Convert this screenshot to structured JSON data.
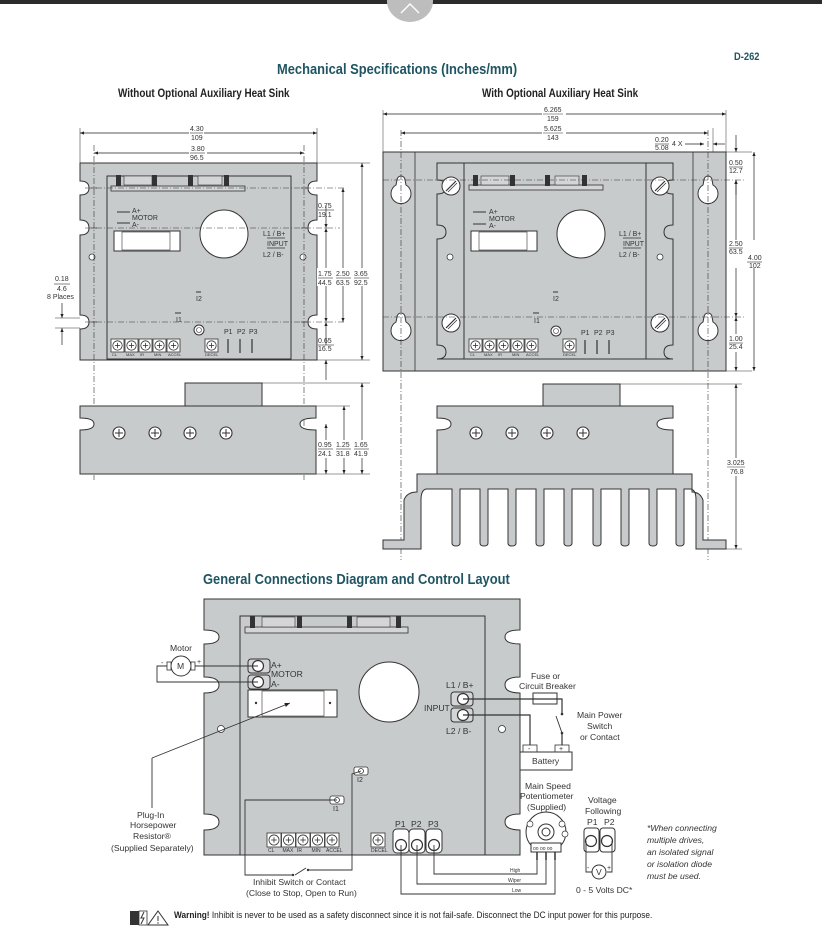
{
  "page": {
    "page_code": "D-262",
    "scroll_up_icon": "chevron-up-icon"
  },
  "mechanical": {
    "title": "Mechanical Specifications (Inches/mm)",
    "without_heatsink": {
      "subtitle": "Without Optional Auxiliary Heat Sink",
      "dims": {
        "overall_width": {
          "in": "4.30",
          "mm": "109"
        },
        "hole_spacing_width": {
          "in": "3.80",
          "mm": "96.5"
        },
        "top_to_hole": {
          "in": "0.75",
          "mm": "19.1"
        },
        "hole_spacing_mid": {
          "in": "1.75",
          "mm": "44.5"
        },
        "hole_spacing_outer": {
          "in": "2.50",
          "mm": "63.5"
        },
        "overall_height": {
          "in": "3.65",
          "mm": "92.5"
        },
        "bottom_to_hole": {
          "in": "0.65",
          "mm": "16.5"
        },
        "slot_width": {
          "in": "0.18",
          "mm": "4.6",
          "note": "8 Places"
        },
        "side_slot_height": {
          "in": "0.95",
          "mm": "24.1"
        },
        "side_body_height": {
          "in": "1.25",
          "mm": "31.8"
        },
        "side_total_height": {
          "in": "1.65",
          "mm": "41.9"
        }
      },
      "board_labels": {
        "a_plus": "A+",
        "motor": "MOTOR",
        "a_minus": "A-",
        "l1": "L1 / B+",
        "input": "INPUT",
        "l2": "L2 / B-",
        "i1": "I1",
        "i2": "I2",
        "p1": "P1",
        "p2": "P2",
        "p3": "P3",
        "trimpots": [
          "CL",
          "MAX",
          "IR",
          "MIN",
          "ACCEL"
        ],
        "decel": "DECEL"
      }
    },
    "with_heatsink": {
      "subtitle": "With Optional Auxiliary Heat Sink",
      "dims": {
        "overall_width": {
          "in": "6.265",
          "mm": "159"
        },
        "hole_spacing_width": {
          "in": "5.625",
          "mm": "143"
        },
        "slot_width": {
          "in": "0.20",
          "mm": "5.08",
          "note": "4 X"
        },
        "top_to_hole": {
          "in": "0.50",
          "mm": "12.7"
        },
        "hole_spacing": {
          "in": "2.50",
          "mm": "63.5"
        },
        "overall_height": {
          "in": "4.00",
          "mm": "102"
        },
        "bottom_to_hole": {
          "in": "1.00",
          "mm": "25.4"
        },
        "side_total_height": {
          "in": "3.025",
          "mm": "76.8"
        }
      }
    }
  },
  "connections": {
    "title": "General Connections Diagram and Control Layout",
    "motor": {
      "label": "Motor",
      "symbol": "M",
      "minus": "-",
      "plus": "+"
    },
    "terminals": {
      "a_plus": "A+",
      "motor": "MOTOR",
      "a_minus": "A-",
      "l1": "L1 / B+",
      "input": "INPUT",
      "l2": "L2 / B-",
      "i1": "I1",
      "i2": "I2",
      "p1": "P1",
      "p2": "P2",
      "p3": "P3"
    },
    "trimpots": [
      "CL",
      "MAX",
      "IR",
      "MIN",
      "ACCEL"
    ],
    "decel": "DECEL",
    "fuse": {
      "line1": "Fuse or",
      "line2": "Circuit Breaker"
    },
    "main_switch": {
      "line1": "Main Power",
      "line2": "Switch",
      "line3": "or Contact"
    },
    "battery": {
      "label": "Battery",
      "minus": "-",
      "plus": "+"
    },
    "hp_resistor": {
      "line1": "Plug-In",
      "line2": "Horsepower",
      "line3": "Resistor®",
      "line4": "(Supplied Separately)"
    },
    "inhibit": {
      "line1": "Inhibit Switch or Contact",
      "line2": "(Close to Stop, Open to Run)"
    },
    "pot": {
      "line1": "Main Speed",
      "line2": "Potentiometer",
      "line3": "(Supplied)",
      "high": "High",
      "wiper": "Wiper",
      "low": "Low"
    },
    "voltage_following": {
      "line1": "Voltage",
      "line2": "Following",
      "p1": "P1",
      "p2": "P2",
      "meter": "V",
      "minus": "-",
      "plus": "+",
      "range": "0 - 5 Volts DC*"
    },
    "footnote": [
      "*When connecting",
      "multiple drives,",
      "an isolated signal",
      "or isolation diode",
      "must be used."
    ]
  },
  "warning": {
    "icons": [
      "shock-hazard-icon",
      "warning-triangle-icon"
    ],
    "bold": "Warning!",
    "text": " Inhibit is never to be used as a safety disconnect since it is not fail-safe. Disconnect the DC input power for this purpose."
  }
}
